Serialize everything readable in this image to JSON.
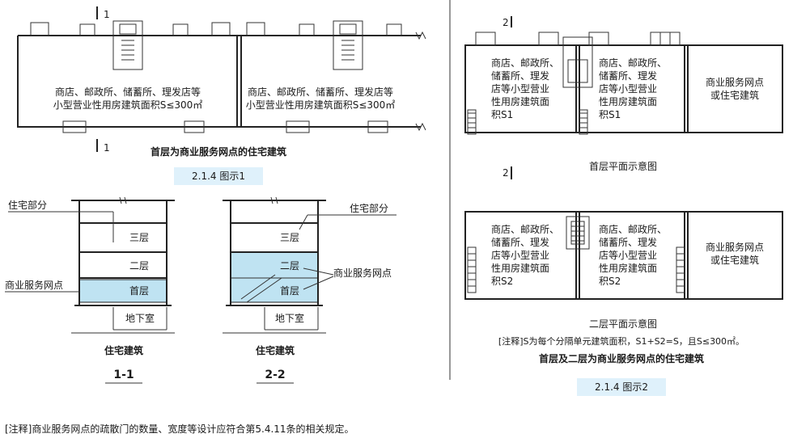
{
  "fig1": {
    "plan_text_line1": "商店、邮政所、储蓄所、理发店等",
    "plan_text_line2": "小型营业性用房建筑面积S≤300㎡",
    "section_marker": "1",
    "caption": "首层为商业服务网点的住宅建筑",
    "tag": "2.1.4  图示1"
  },
  "sections": {
    "label_residential": "住宅部分",
    "label_commercial": "商业服务网点",
    "floor3": "三层",
    "floor2": "二层",
    "floor1": "首层",
    "basement": "地下室",
    "building": "住宅建筑",
    "sec1_name": "1-1",
    "sec2_name": "2-2"
  },
  "fig2": {
    "marker": "2",
    "unit_lines_s1": [
      "商店、邮政所、",
      "储蓄所、理发",
      "店等小型营业",
      "性用房建筑面",
      "积S1"
    ],
    "unit_lines_s2": [
      "商店、邮政所、",
      "储蓄所、理发",
      "店等小型营业",
      "性用房建筑面",
      "积S2"
    ],
    "right_room_line1": "商业服务网点",
    "right_room_line2": "或住宅建筑",
    "plan1_caption": "首层平面示意图",
    "plan2_caption": "二层平面示意图",
    "note": "[注释]S为每个分隔单元建筑面积，S1+S2=S，且S≤300㎡。",
    "caption": "首层及二层为商业服务网点的住宅建筑",
    "tag": "2.1.4  图示2"
  },
  "footnote": "[注释]商业服务网点的疏散门的数量、宽度等设计应符合第5.4.11条的相关规定。"
}
